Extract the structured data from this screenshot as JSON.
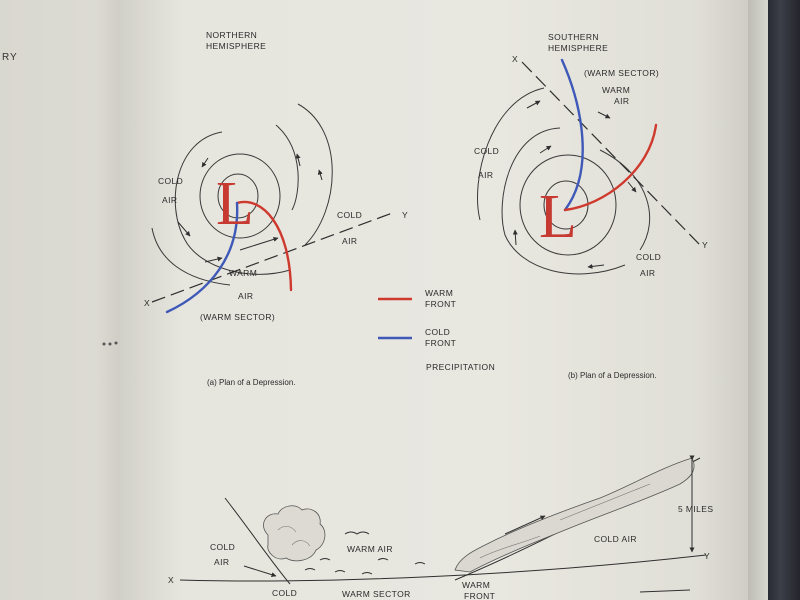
{
  "left_page": {
    "fragment": "RY"
  },
  "north": {
    "title_line1": "NORTHERN",
    "title_line2": "HEMISPHERE",
    "low": "L",
    "cold_air_1": "COLD",
    "cold_air_2": "AIR",
    "cold_air_right_1": "COLD",
    "cold_air_right_2": "AIR",
    "warm_1": "WARM",
    "warm_2": "AIR",
    "warm_sector": "(WARM SECTOR)",
    "x": "X",
    "y": "Y",
    "caption": "(a) Plan of a Depression."
  },
  "south": {
    "title_line1": "SOUTHERN",
    "title_line2": "HEMISPHERE",
    "low": "L",
    "warm_sector": "(WARM SECTOR)",
    "warm_1": "WARM",
    "warm_2": "AIR",
    "cold_air_1": "COLD",
    "cold_air_2": "AIR",
    "cold_air_right_1": "COLD",
    "cold_air_right_2": "AIR",
    "x": "X",
    "y": "Y",
    "caption": "(b) Plan of a Depression."
  },
  "legend": {
    "warm_1": "WARM",
    "warm_2": "FRONT",
    "cold_1": "COLD",
    "cold_2": "FRONT",
    "precip": "PRECIPITATION",
    "warm_color": "#cf3a2e",
    "cold_color": "#3f59b8"
  },
  "section": {
    "cold_air_left_1": "COLD",
    "cold_air_left_2": "AIR",
    "warm_air": "WARM AIR",
    "cold_air_right": "COLD AIR",
    "height": "5 MILES",
    "x": "X",
    "y": "Y",
    "bottom_cold": "COLD",
    "bottom_sector": "WARM SECTOR",
    "bottom_warm_1": "WARM",
    "bottom_warm_2": "FRONT"
  }
}
